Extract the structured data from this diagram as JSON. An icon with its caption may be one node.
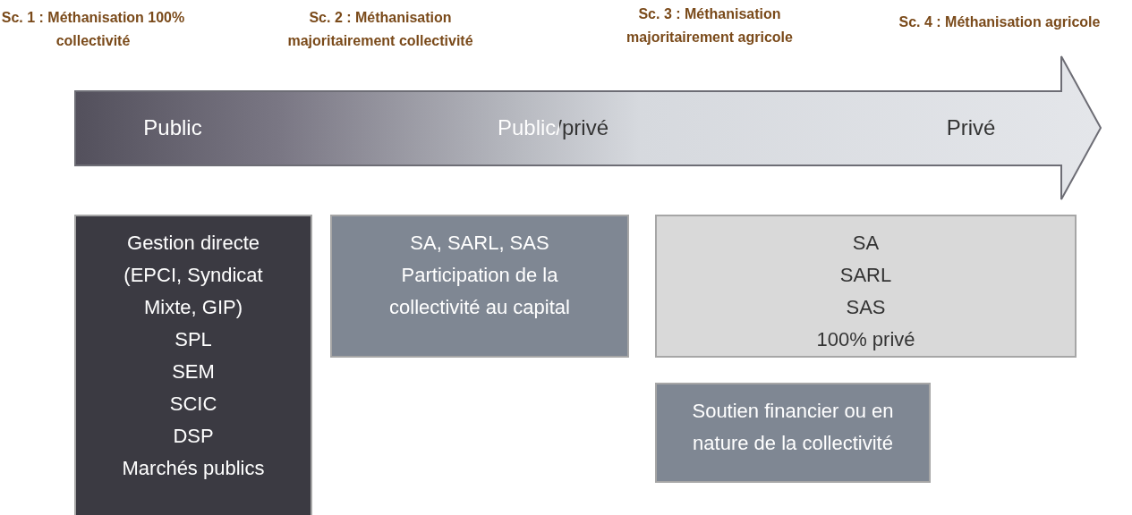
{
  "diagram": {
    "nodes": [
      {
        "text": [
          "Public",
          "Public/privé",
          "Privé"
        ]
      },
      {
        "text": [
          "Gestion directe (EPCI, Syndicat Mixte, GIP)",
          "SPL",
          "SEM",
          "SCIC",
          "DSP",
          "Marchés publics"
        ]
      },
      {
        "text": [
          "SA, SARL, SAS",
          "Participation de la collectivité au capital"
        ]
      },
      {
        "text": [
          "SA",
          "SARL",
          "SAS",
          "100% privé"
        ]
      },
      {
        "text": [
          "Soutien financier ou en nature de la collectivité"
        ]
      }
    ],
    "edges": [],
    "labels": [
      "Sc. 1 : Méthanisation 100% collectivité",
      "Sc. 2 : Méthanisation majoritairement collectivité",
      "Sc. 3 : Méthanisation majoritairement agricole",
      "Sc. 4 : Méthanisation agricole"
    ]
  }
}
